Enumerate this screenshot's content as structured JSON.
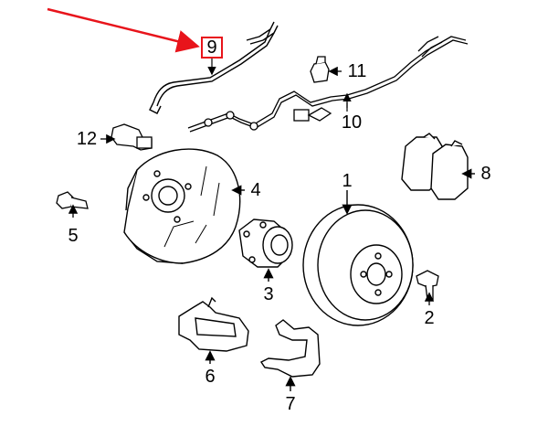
{
  "diagram": {
    "highlight_color": "#e8141b",
    "line_color": "#000000",
    "callouts": [
      {
        "id": "c1",
        "text": "1"
      },
      {
        "id": "c2",
        "text": "2"
      },
      {
        "id": "c3",
        "text": "3"
      },
      {
        "id": "c4",
        "text": "4"
      },
      {
        "id": "c5",
        "text": "5"
      },
      {
        "id": "c6",
        "text": "6"
      },
      {
        "id": "c7",
        "text": "7"
      },
      {
        "id": "c8",
        "text": "8"
      },
      {
        "id": "c9",
        "text": "9",
        "highlighted": true
      },
      {
        "id": "c10",
        "text": "10"
      },
      {
        "id": "c11",
        "text": "11"
      },
      {
        "id": "c12",
        "text": "12"
      }
    ]
  }
}
